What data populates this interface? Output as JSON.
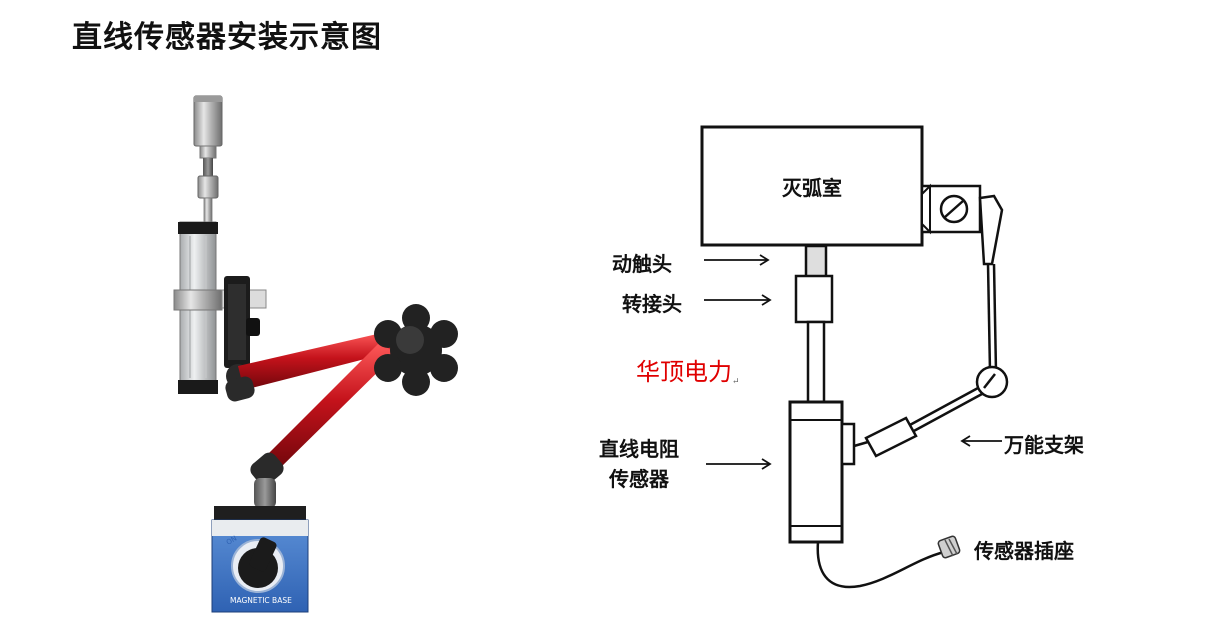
{
  "title": "直线传感器安装示意图",
  "watermark": {
    "text": "华顶电力",
    "mark": "↵",
    "color": "#e00000"
  },
  "diagram": {
    "chamber": "灭弧室",
    "labels": {
      "moving_contact": "动触头",
      "adapter": "转接头",
      "sensor_line1": "直线电阻",
      "sensor_line2": "传感器",
      "universal_bracket": "万能支架",
      "sensor_socket": "传感器插座"
    }
  },
  "photo": {
    "base_text": "MAGNETIC BASE",
    "switch_text": "ON",
    "arm_color": "#c4121b"
  }
}
